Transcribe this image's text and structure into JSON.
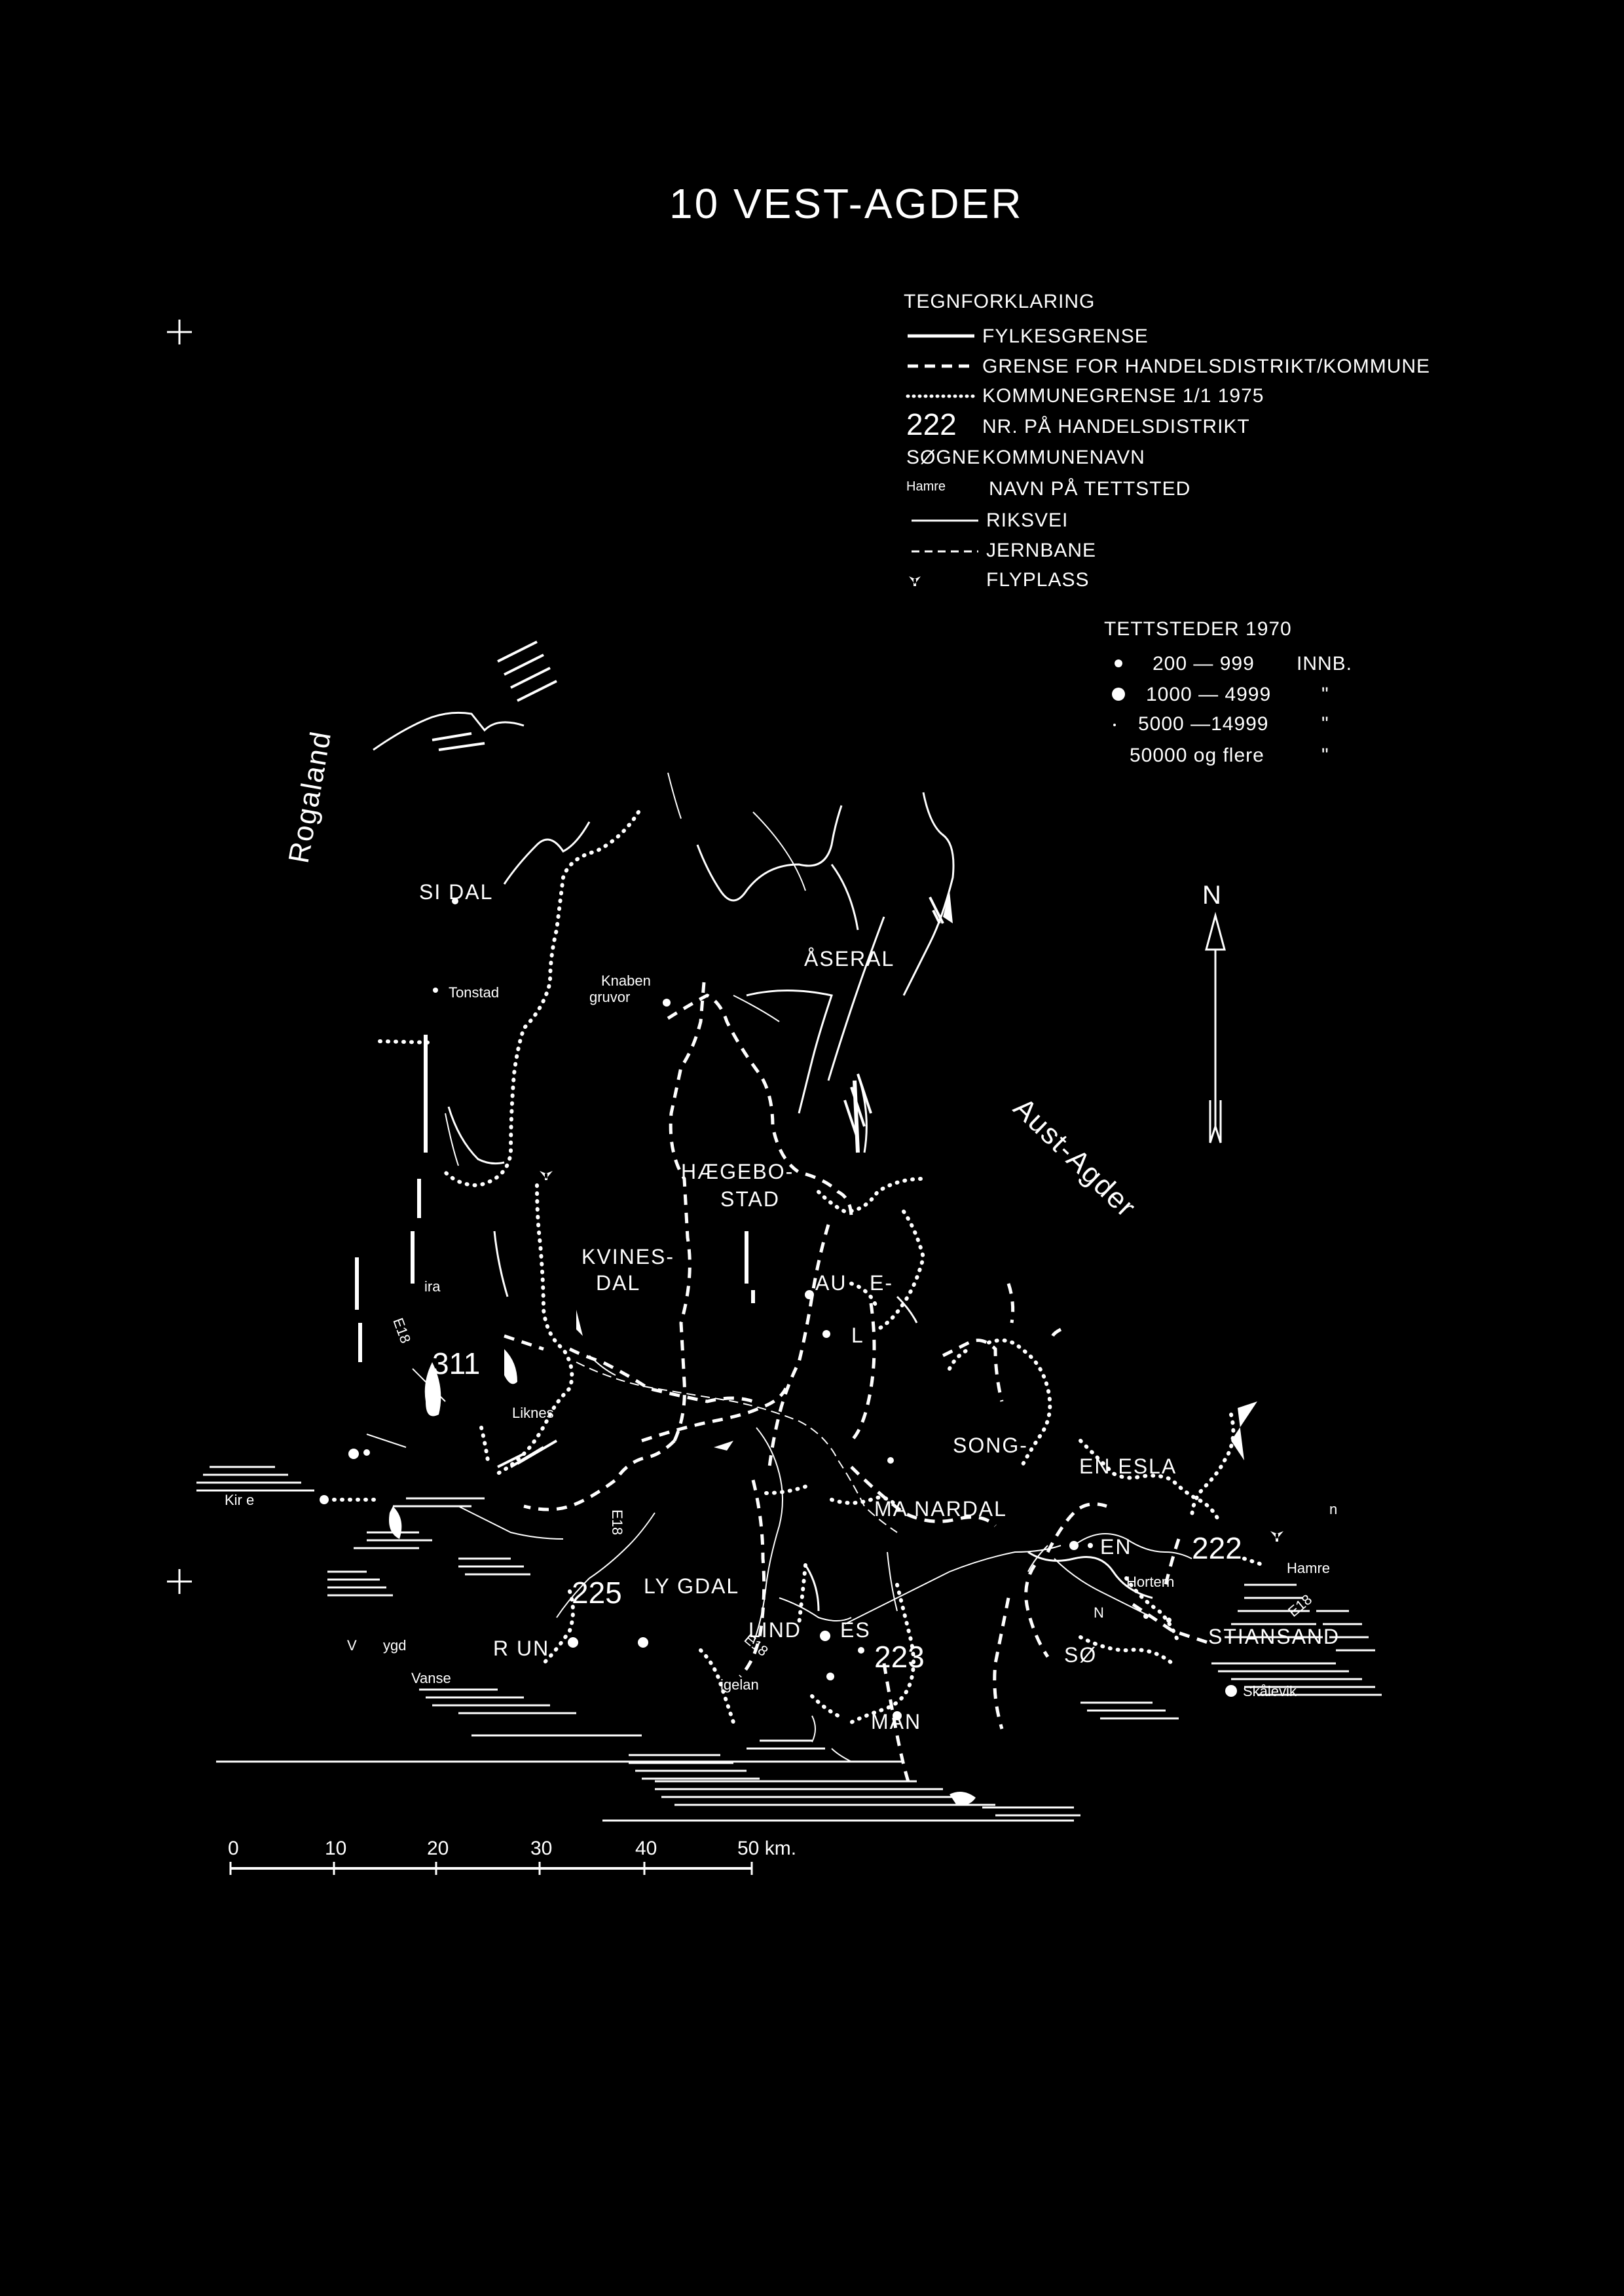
{
  "title": "10 VEST-AGDER",
  "legend": {
    "heading": "TEGNFORKLARING",
    "items": [
      {
        "sample": "",
        "label": "FYLKESGRENSE"
      },
      {
        "sample": "",
        "label": "GRENSE FOR HANDELSDISTRIKT/KOMMUNE"
      },
      {
        "sample": "",
        "label": "KOMMUNEGRENSE 1/1 1975"
      },
      {
        "sample": "222",
        "label": "NR. PÅ HANDELSDISTRIKT"
      },
      {
        "sample": "SØGNE",
        "label": "KOMMUNENAVN"
      },
      {
        "sample": "Hamre",
        "label": "NAVN PÅ TETTSTED"
      },
      {
        "sample": "",
        "label": "RIKSVEI"
      },
      {
        "sample": "",
        "label": "JERNBANE"
      },
      {
        "sample": "",
        "label": "FLYPLASS"
      }
    ]
  },
  "settlements": {
    "heading": "TETTSTEDER 1970",
    "rows": [
      {
        "range": "200 — 999",
        "unit": "INNB."
      },
      {
        "range": "1000 — 4999",
        "unit": "\""
      },
      {
        "range": "5000 —14999",
        "unit": "\""
      },
      {
        "range": "50000 og flere",
        "unit": "\""
      }
    ]
  },
  "north_label": "N",
  "neighbours": {
    "west": "Rogaland",
    "east": "Aust-Agder"
  },
  "municipalities": [
    "SI DAL",
    "ÅSERAL",
    "HÆGEBO-",
    "STAD",
    "KVINES-",
    "DAL",
    "AU",
    "E-",
    "L",
    "SONG-",
    "EN ESLA",
    "MA NARDAL",
    "LY GDAL",
    "LIND",
    "ES",
    "R UN",
    "SØ",
    "STIANSAND",
    "MAN"
  ],
  "places": [
    "Tonstad",
    "Knaben",
    "gruvor",
    "ira",
    "Liknes",
    "Kir e",
    "Hamre",
    "Hortern",
    "Skålevik",
    "igelan",
    "V",
    "ygd",
    "Vanse",
    "EN",
    "N",
    "n"
  ],
  "district_numbers": [
    "222",
    "223",
    "225",
    "311"
  ],
  "road_labels": [
    "E18",
    "E18",
    "E18",
    "E18"
  ],
  "scale_bar": {
    "ticks": [
      "0",
      "10",
      "20",
      "30",
      "40",
      "50 km."
    ]
  }
}
